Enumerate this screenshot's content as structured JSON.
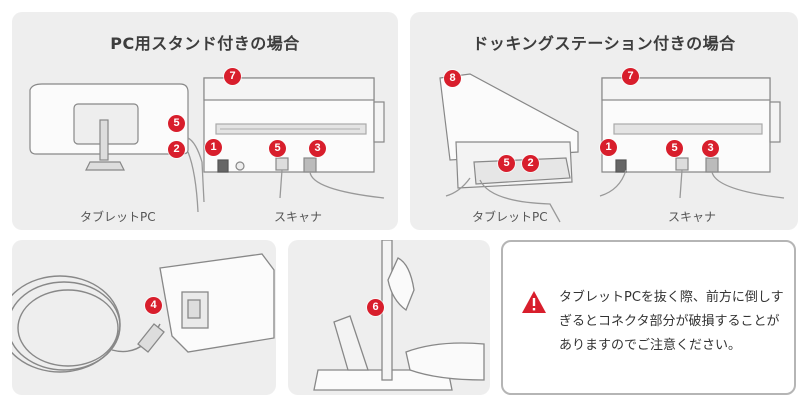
{
  "panel_stand": {
    "title": "PC用スタンド付きの場合",
    "caption_tablet": "タブレットPC",
    "caption_scanner": "スキャナ",
    "badges": [
      "7",
      "5",
      "2",
      "1",
      "5",
      "3"
    ]
  },
  "panel_dock": {
    "title": "ドッキングステーション付きの場合",
    "caption_tablet": "タブレットPC",
    "caption_scanner": "スキャナ",
    "badges": [
      "8",
      "7",
      "5",
      "2",
      "1",
      "5",
      "3"
    ]
  },
  "panel_adapter": {
    "badges": [
      "4"
    ]
  },
  "panel_insert": {
    "badges": [
      "6"
    ]
  },
  "notice": {
    "icon": "warning-triangle-icon",
    "text": "タブレットPCを抜く際、前方に倒しすぎるとコネクタ部分が破損することがありますのでご注意ください。"
  },
  "colors": {
    "badge": "#d81e2c",
    "panel_bg": "#eeeeee",
    "notice_border": "#b5b5b5"
  }
}
